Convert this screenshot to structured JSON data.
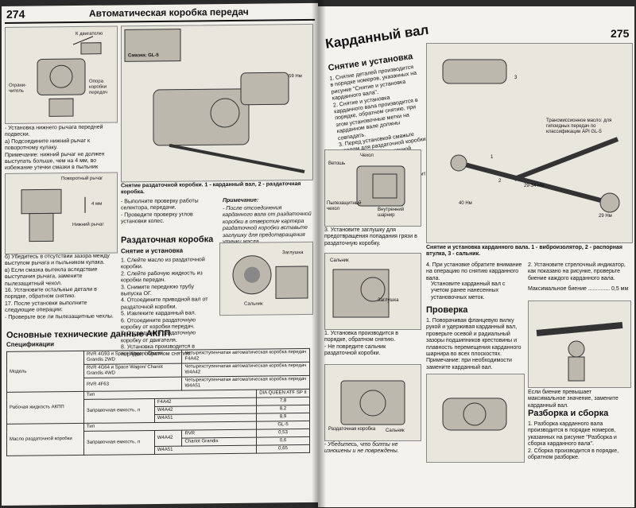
{
  "left": {
    "page_number": "274",
    "header": "Автоматическая коробка передач",
    "fig1_labels": {
      "to_engine": "К двигателю",
      "limiter": "Ограни-\nчитель",
      "support": "Опора\nкоробки\nпередач"
    },
    "fig1_text": "- Установка нижнего рычага передней подвески.\nа) Подсоедините нижний рычаг к поворотному кулаку.\nПримечание: нижний рычаг не должен выступать больше, чем на 4 мм, во избежание утечки смазки в пыльник кулака.",
    "fig2_labels": {
      "lever": "Поворотный рычаг",
      "mm": "4 мм",
      "lower_lever": "Нижний рычаг"
    },
    "fig2_text": "б) Убедитесь в отсутствии зазора между выступом рычага и пыльником кулака.\nв) Если смазка вытекла вследствие выступания рычага, замените пылезащитный чехол.\n16. Установите остальные детали в порядке, обратном снятию.\n17. После установки выполните следующие операции:\n- Проверьте все ли пылезащитные чехлы.",
    "fig3_labels": {
      "grease": "Смазка: GL-5",
      "torque": "59 Нм"
    },
    "fig3_caption": "Снятие раздаточной коробки. 1 - карданный вал, 2 - раздаточная коробка.",
    "mid_text": "- Выполните проверку работы селектора, передачи.\n- Проведите проверку углов установки колес.",
    "note_title": "Примечание:",
    "note_text": "- После отсоединения карданного вала от раздаточной коробки в отверстие картера раздаточной коробки вставьте заглушку для предотвращения утечки масла.",
    "section_title": "Раздаточная коробка",
    "subsection_title": "Снятие и установка",
    "steps": "1. Слейте масло из раздаточной коробки.\n2. Слейте рабочую жидкость из коробки передач.\n3. Снимите переднюю трубу выпуска ОГ.\n4. Отсоедините приводной вал от раздаточной коробки.\n5. Извлеките карданный вал.\n6. Отсоедините раздаточную коробку от коробки передач.\n7. Отсоедините раздаточную коробку от двигателя.\n8. Установка производится в порядке, обратном снятию.",
    "fig4_labels": {
      "oil_seal": "Сальник",
      "plug": "Заглушка"
    },
    "tech_title": "Основные технические данные АКПП",
    "spec_title": "Спецификации",
    "table": {
      "model_label": "Модель",
      "m1_car": "RVR 4G93 и Space Wagon/ Chariot Grandis 2WD",
      "m1_box": "Четырехступенчатая автоматическая коробка передач F4A42",
      "m2_car": "RVR 4G64 и Space Wagon/ Chariot Grandis 4WD",
      "m2_box": "Четырехступенчатая автоматическая коробка передач W4A42",
      "m3_car": "RVR 4F63",
      "m3_box": "Четырехступенчатая автоматическая коробка передач W4A51",
      "fluid_label": "Рабочая жидкость АКПП",
      "type_label": "Тип",
      "fluid_type": "DIA QUEEN ATF SP II",
      "capacity_label": "Заправочная емкость, л",
      "cap1_m": "F4A42",
      "cap1_v": "7,8",
      "cap2_m": "W4A42",
      "cap2_v": "8,2",
      "cap3_m": "W4A51",
      "cap3_v": "8,9",
      "tc_label": "Масло раздаточной коробки",
      "tc_type": "GL-5",
      "tc1_m": "W4A42",
      "tc1_car": "RVR",
      "tc1_v": "0,53",
      "tc2_car": "Chariot Grandis",
      "tc2_v": "0,6",
      "tc3_m": "W4A51",
      "tc3_v": "0,65"
    }
  },
  "right": {
    "page_number": "275",
    "title": "Карданный вал",
    "section": "Снятие и установка",
    "intro": "1. Снятие деталей производится в порядке номеров, указанных на рисунке \"Снятие и установка карданного вала\".\n2. Снятие и установка карданного вала производится в порядке, обратном снятию, при этом установочные метки на карданном вале должны совпадать.\n3. Перед установкой смажьте маслом для раздаточной коробки отверстие для раздаточной коробки.\n4. При установке карданного вала в сужение выдвигайте карданный вал, чтобы облегчить монтаж.",
    "fig1_labels": {
      "boot": "Чехол",
      "cover": "Ветошь",
      "dust_boot": "Пылезащитный чехол",
      "inner_joint": "Внутренний шарнир"
    },
    "fig1_caption": "3. Установите заглушку для предотвращения попадания грязи в раздаточную коробку.",
    "fig2_labels": {
      "oil_seal": "Сальник",
      "plug": "Заглушка"
    },
    "fig2_caption": "1. Установка производится в порядке, обратном снятию.\n- Не повредите сальник раздаточной коробки.",
    "fig3_labels": {
      "tc": "Раздаточная коробка",
      "seal": "Сальник"
    },
    "fig3_note": "- Убедитесь, что болты не изношены и не повреждены.",
    "shaft_box_label": "Трансмиссионное масло: для гипоидных передач по классификации API GL-5",
    "shaft_labels": {
      "t1": "29-34 Нм",
      "t2": "40 Нм",
      "t3": "29 Нм",
      "n1": "1",
      "n2": "2",
      "n3": "3"
    },
    "shaft_caption": "Снятие и установка карданного вала. 1 - виброизолятор, 2 - распорная втулка, 3 - сальник.",
    "step4": "4. При установке обратите внимание на операцию по снятию карданного вала.",
    "step4b": "Установите карданный вал с учетом ранее нанесенных установочных меток.",
    "check_title": "Проверка",
    "check_text": "1. Поворачивая фланцевую вилку рукой и удерживая карданный вал, проверьте осевой и радиальный зазоры подшипников крестовины и плавность перемещения карданного шарнира во всех плоскостях.\nПримечание: при необходимости замените карданный вал.",
    "check2": "2. Установите стрелочный индикатор, как показано на рисунке, проверьте биение каждого карданного вала.",
    "runout": "Максимальное биение .............. 0,5 мм",
    "runout2": "Если биение превышает максимальное значение, замените карданный вал.",
    "assembly_title": "Разборка и сборка",
    "assembly_text": "1. Разборка карданного вала производится в порядке номеров, указанных на рисунке \"Разборка и сборка карданного вала\".\n2. Сборка производится в порядке, обратном разборке."
  }
}
